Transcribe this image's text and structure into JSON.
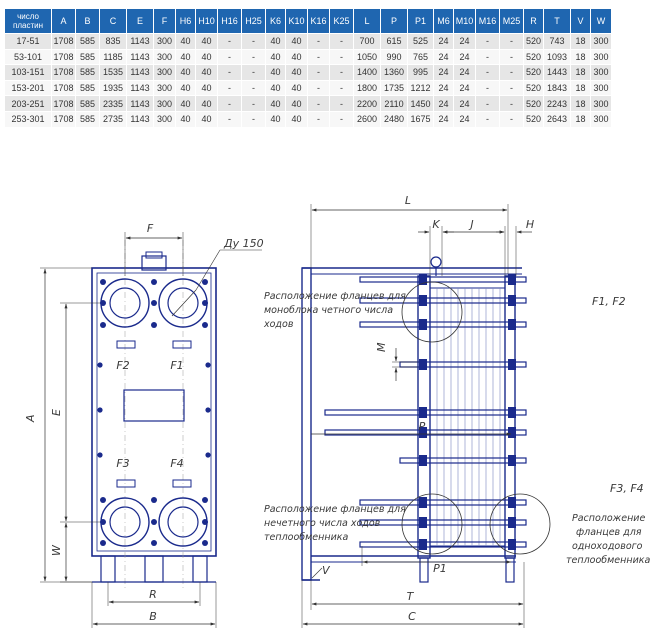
{
  "table": {
    "columns": [
      "число пластин",
      "A",
      "B",
      "C",
      "E",
      "F",
      "H6",
      "H10",
      "H16",
      "H25",
      "K6",
      "K10",
      "K16",
      "K25",
      "L",
      "P",
      "P1",
      "M6",
      "M10",
      "M16",
      "M25",
      "R",
      "T",
      "V",
      "W"
    ],
    "rows": [
      [
        "17-51",
        "1708",
        "585",
        "835",
        "1143",
        "300",
        "40",
        "40",
        "-",
        "-",
        "40",
        "40",
        "-",
        "-",
        "700",
        "615",
        "525",
        "24",
        "24",
        "-",
        "-",
        "520",
        "743",
        "18",
        "300"
      ],
      [
        "53-101",
        "1708",
        "585",
        "1185",
        "1143",
        "300",
        "40",
        "40",
        "-",
        "-",
        "40",
        "40",
        "-",
        "-",
        "1050",
        "990",
        "765",
        "24",
        "24",
        "-",
        "-",
        "520",
        "1093",
        "18",
        "300"
      ],
      [
        "103-151",
        "1708",
        "585",
        "1535",
        "1143",
        "300",
        "40",
        "40",
        "-",
        "-",
        "40",
        "40",
        "-",
        "-",
        "1400",
        "1360",
        "995",
        "24",
        "24",
        "-",
        "-",
        "520",
        "1443",
        "18",
        "300"
      ],
      [
        "153-201",
        "1708",
        "585",
        "1935",
        "1143",
        "300",
        "40",
        "40",
        "-",
        "-",
        "40",
        "40",
        "-",
        "-",
        "1800",
        "1735",
        "1212",
        "24",
        "24",
        "-",
        "-",
        "520",
        "1843",
        "18",
        "300"
      ],
      [
        "203-251",
        "1708",
        "585",
        "2335",
        "1143",
        "300",
        "40",
        "40",
        "-",
        "-",
        "40",
        "40",
        "-",
        "-",
        "2200",
        "2110",
        "1450",
        "24",
        "24",
        "-",
        "-",
        "520",
        "2243",
        "18",
        "300"
      ],
      [
        "253-301",
        "1708",
        "585",
        "2735",
        "1143",
        "300",
        "40",
        "40",
        "-",
        "-",
        "40",
        "40",
        "-",
        "-",
        "2600",
        "2480",
        "1675",
        "24",
        "24",
        "-",
        "-",
        "520",
        "2643",
        "18",
        "300"
      ]
    ]
  },
  "front_view": {
    "dim_F": "F",
    "dim_du": "Ду 150",
    "dim_A": "A",
    "dim_E": "E",
    "dim_W": "W",
    "dim_R": "R",
    "dim_B": "B",
    "flange_F1": "F1",
    "flange_F2": "F2",
    "flange_F3": "F3",
    "flange_F4": "F4"
  },
  "side_view": {
    "dim_L": "L",
    "dim_K": "K",
    "dim_J": "J",
    "dim_H": "H",
    "dim_M": "M",
    "dim_P": "P",
    "dim_P1": "P1",
    "dim_T": "T",
    "dim_C": "C",
    "dim_V": "V",
    "label_F1F2": "F1, F2",
    "label_F3F4": "F3, F4",
    "note_even_lines": [
      "Расположение фланцев для",
      "моноблока четного числа",
      "ходов"
    ],
    "note_odd_lines": [
      "Расположение фланцев для",
      "нечетного числа ходов",
      "теплообменника"
    ],
    "note_single_lines": [
      "Расположение",
      "фланцев для",
      "одноходового",
      "теплообменника"
    ]
  },
  "colors": {
    "header_bg": "#1f66b0",
    "frame_line": "#1a2a8c",
    "dim_line": "#333333"
  }
}
